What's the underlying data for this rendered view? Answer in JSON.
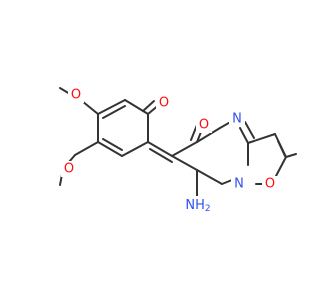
{
  "colors": {
    "background": "#ffffff",
    "bond": "#333333",
    "oxygen": "#ff0d0d",
    "nitrogen": "#3050f8"
  },
  "labels": {
    "o_methoxy_top": "O",
    "o_quinone": "O",
    "o_methoxy_bottom": "O",
    "o_ketone": "O",
    "n_ring_top": "N",
    "n_ring_fused": "N",
    "o_isoxazole": "O",
    "amino": "NH",
    "amino_subscript": "2"
  }
}
